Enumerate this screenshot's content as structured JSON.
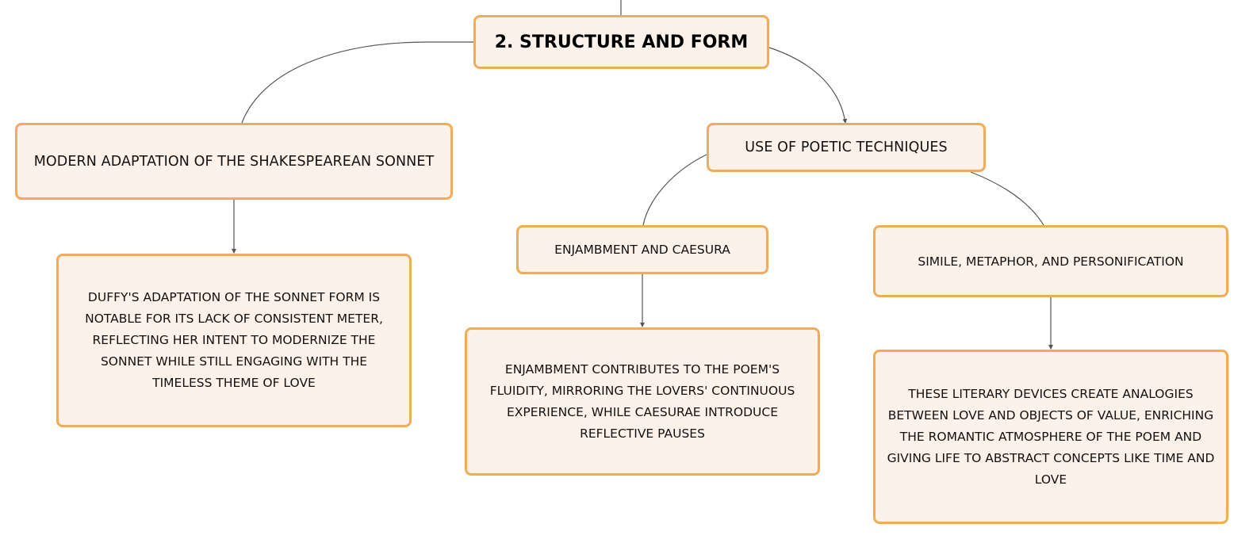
{
  "diagram": {
    "root": {
      "label": "2. STRUCTURE AND FORM"
    },
    "modern_adaptation": {
      "label": "MODERN ADAPTATION OF THE SHAKESPEAREAN SONNET",
      "detail": "DUFFY'S ADAPTATION OF THE SONNET FORM IS NOTABLE FOR ITS LACK OF CONSISTENT METER, REFLECTING HER INTENT TO MODERNIZE THE SONNET WHILE STILL ENGAGING WITH THE TIMELESS THEME OF LOVE"
    },
    "poetic_techniques": {
      "label": "USE OF POETIC TECHNIQUES",
      "enjambment": {
        "label": "ENJAMBMENT AND CAESURA",
        "detail": "ENJAMBMENT CONTRIBUTES TO THE POEM'S FLUIDITY, MIRRORING THE LOVERS' CONTINUOUS EXPERIENCE, WHILE CAESURAE INTRODUCE REFLECTIVE PAUSES"
      },
      "simile": {
        "label": "SIMILE, METAPHOR, AND PERSONIFICATION",
        "detail": "THESE LITERARY DEVICES CREATE ANALOGIES BETWEEN LOVE AND OBJECTS OF VALUE, ENRICHING THE ROMANTIC ATMOSPHERE OF THE POEM AND GIVING LIFE TO ABSTRACT CONCEPTS LIKE TIME AND LOVE"
      }
    }
  },
  "colors": {
    "node_fill": "#fdf2e9",
    "node_border": "#f2ab59",
    "connector": "#555555"
  }
}
